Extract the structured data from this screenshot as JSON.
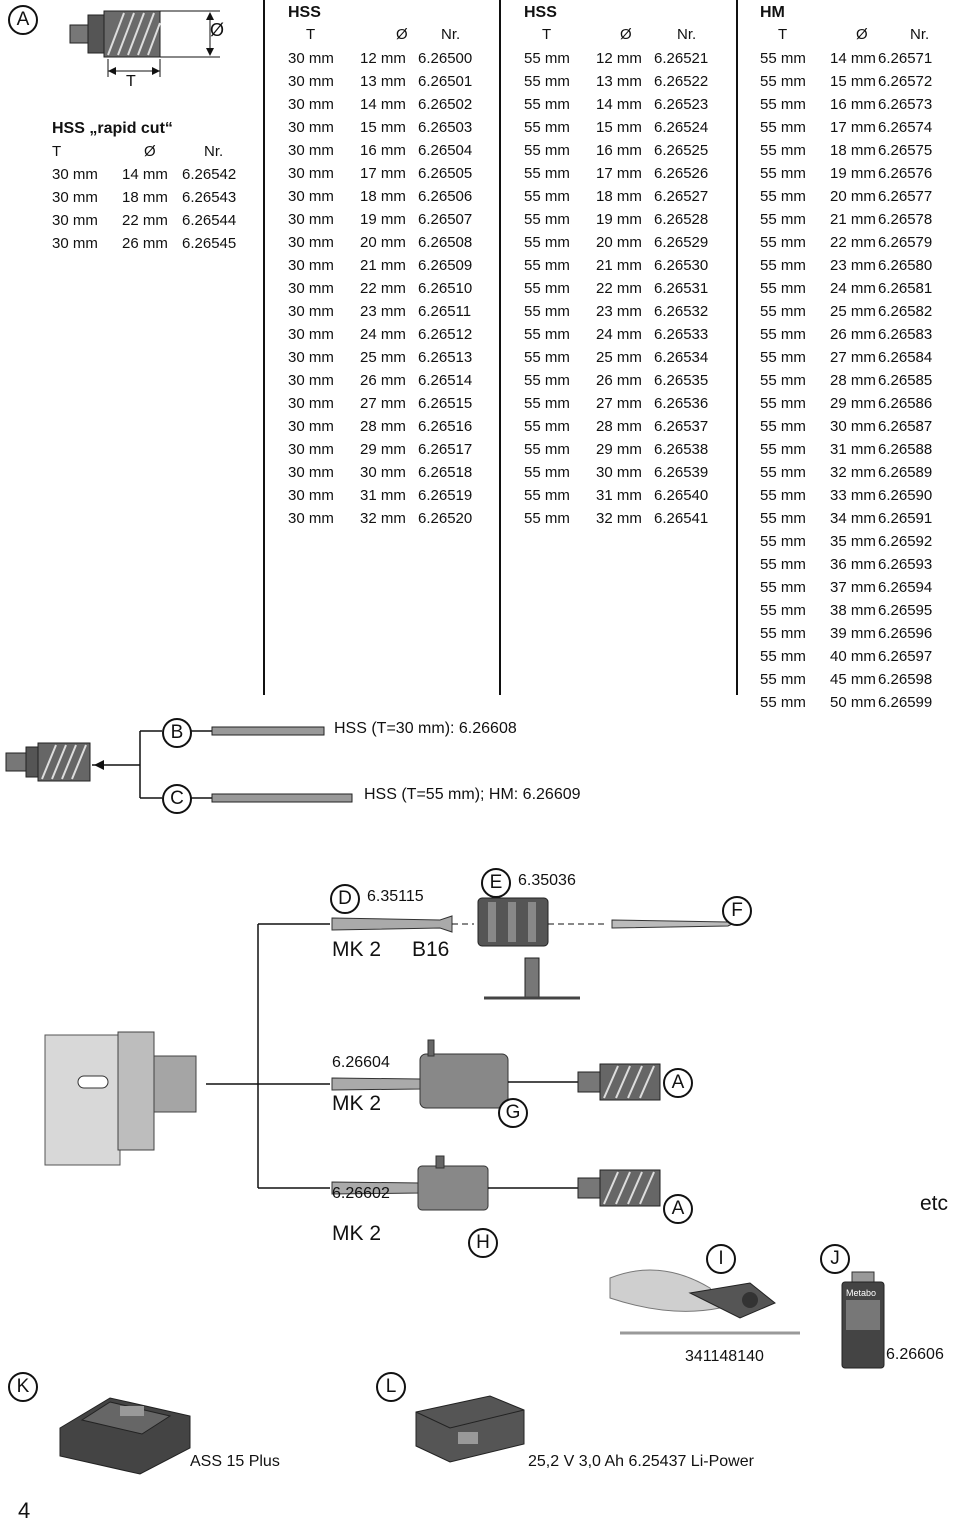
{
  "circles": {
    "A": "A",
    "B": "B",
    "C": "C",
    "D": "D",
    "E": "E",
    "F": "F",
    "G": "G",
    "H": "H",
    "I": "I",
    "J": "J",
    "K": "K",
    "L": "L"
  },
  "dim_labels": {
    "diameter": "Ø",
    "length": "T"
  },
  "rapid_cut": {
    "title": "HSS „rapid cut“",
    "headers": [
      "T",
      "Ø",
      "Nr."
    ],
    "rows": [
      [
        "30 mm",
        "14 mm",
        "6.26542"
      ],
      [
        "30 mm",
        "18 mm",
        "6.26543"
      ],
      [
        "30 mm",
        "22 mm",
        "6.26544"
      ],
      [
        "30 mm",
        "26 mm",
        "6.26545"
      ]
    ]
  },
  "hss30": {
    "title": "HSS",
    "headers": [
      "T",
      "Ø",
      "Nr."
    ],
    "rows": [
      [
        "30 mm",
        "12 mm",
        "6.26500"
      ],
      [
        "30 mm",
        "13 mm",
        "6.26501"
      ],
      [
        "30 mm",
        "14 mm",
        "6.26502"
      ],
      [
        "30 mm",
        "15 mm",
        "6.26503"
      ],
      [
        "30 mm",
        "16 mm",
        "6.26504"
      ],
      [
        "30 mm",
        "17 mm",
        "6.26505"
      ],
      [
        "30 mm",
        "18 mm",
        "6.26506"
      ],
      [
        "30 mm",
        "19 mm",
        "6.26507"
      ],
      [
        "30 mm",
        "20 mm",
        "6.26508"
      ],
      [
        "30 mm",
        "21 mm",
        "6.26509"
      ],
      [
        "30 mm",
        "22 mm",
        "6.26510"
      ],
      [
        "30 mm",
        "23 mm",
        "6.26511"
      ],
      [
        "30 mm",
        "24 mm",
        "6.26512"
      ],
      [
        "30 mm",
        "25 mm",
        "6.26513"
      ],
      [
        "30 mm",
        "26 mm",
        "6.26514"
      ],
      [
        "30 mm",
        "27 mm",
        "6.26515"
      ],
      [
        "30 mm",
        "28 mm",
        "6.26516"
      ],
      [
        "30 mm",
        "29 mm",
        "6.26517"
      ],
      [
        "30 mm",
        "30 mm",
        "6.26518"
      ],
      [
        "30 mm",
        "31 mm",
        "6.26519"
      ],
      [
        "30 mm",
        "32 mm",
        "6.26520"
      ]
    ]
  },
  "hss55": {
    "title": "HSS",
    "headers": [
      "T",
      "Ø",
      "Nr."
    ],
    "rows": [
      [
        "55 mm",
        "12 mm",
        "6.26521"
      ],
      [
        "55 mm",
        "13 mm",
        "6.26522"
      ],
      [
        "55 mm",
        "14 mm",
        "6.26523"
      ],
      [
        "55 mm",
        "15 mm",
        "6.26524"
      ],
      [
        "55 mm",
        "16 mm",
        "6.26525"
      ],
      [
        "55 mm",
        "17 mm",
        "6.26526"
      ],
      [
        "55 mm",
        "18 mm",
        "6.26527"
      ],
      [
        "55 mm",
        "19 mm",
        "6.26528"
      ],
      [
        "55 mm",
        "20 mm",
        "6.26529"
      ],
      [
        "55 mm",
        "21 mm",
        "6.26530"
      ],
      [
        "55 mm",
        "22 mm",
        "6.26531"
      ],
      [
        "55 mm",
        "23 mm",
        "6.26532"
      ],
      [
        "55 mm",
        "24 mm",
        "6.26533"
      ],
      [
        "55 mm",
        "25 mm",
        "6.26534"
      ],
      [
        "55 mm",
        "26 mm",
        "6.26535"
      ],
      [
        "55 mm",
        "27 mm",
        "6.26536"
      ],
      [
        "55 mm",
        "28 mm",
        "6.26537"
      ],
      [
        "55 mm",
        "29 mm",
        "6.26538"
      ],
      [
        "55 mm",
        "30 mm",
        "6.26539"
      ],
      [
        "55 mm",
        "31 mm",
        "6.26540"
      ],
      [
        "55 mm",
        "32 mm",
        "6.26541"
      ]
    ]
  },
  "hm": {
    "title": "HM",
    "headers": [
      "T",
      "Ø",
      "Nr."
    ],
    "rows": [
      [
        "55 mm",
        "14 mm",
        "6.26571"
      ],
      [
        "55 mm",
        "15 mm",
        "6.26572"
      ],
      [
        "55 mm",
        "16 mm",
        "6.26573"
      ],
      [
        "55 mm",
        "17 mm",
        "6.26574"
      ],
      [
        "55 mm",
        "18 mm",
        "6.26575"
      ],
      [
        "55 mm",
        "19 mm",
        "6.26576"
      ],
      [
        "55 mm",
        "20 mm",
        "6.26577"
      ],
      [
        "55 mm",
        "21 mm",
        "6.26578"
      ],
      [
        "55 mm",
        "22 mm",
        "6.26579"
      ],
      [
        "55 mm",
        "23 mm",
        "6.26580"
      ],
      [
        "55 mm",
        "24 mm",
        "6.26581"
      ],
      [
        "55 mm",
        "25 mm",
        "6.26582"
      ],
      [
        "55 mm",
        "26 mm",
        "6.26583"
      ],
      [
        "55 mm",
        "27 mm",
        "6.26584"
      ],
      [
        "55 mm",
        "28 mm",
        "6.26585"
      ],
      [
        "55 mm",
        "29 mm",
        "6.26586"
      ],
      [
        "55 mm",
        "30 mm",
        "6.26587"
      ],
      [
        "55 mm",
        "31 mm",
        "6.26588"
      ],
      [
        "55 mm",
        "32 mm",
        "6.26589"
      ],
      [
        "55 mm",
        "33 mm",
        "6.26590"
      ],
      [
        "55 mm",
        "34 mm",
        "6.26591"
      ],
      [
        "55 mm",
        "35 mm",
        "6.26592"
      ],
      [
        "55 mm",
        "36 mm",
        "6.26593"
      ],
      [
        "55 mm",
        "37 mm",
        "6.26594"
      ],
      [
        "55 mm",
        "38 mm",
        "6.26595"
      ],
      [
        "55 mm",
        "39 mm",
        "6.26596"
      ],
      [
        "55 mm",
        "40 mm",
        "6.26597"
      ],
      [
        "55 mm",
        "45 mm",
        "6.26598"
      ],
      [
        "55 mm",
        "50 mm",
        "6.26599"
      ]
    ]
  },
  "labels": {
    "b_text": "HSS (T=30 mm): 6.26608",
    "c_text": "HSS (T=55 mm); HM: 6.26609",
    "d_num": "6.35115",
    "d_mk": "MK 2",
    "d_b16": "B16",
    "e_num": "6.35036",
    "g_num": "6.26604",
    "g_mk": "MK 2",
    "h_num": "6.26602",
    "h_mk": "MK 2",
    "etc": "etc",
    "i_num": "341148140",
    "j_num": "6.26606",
    "k_name": "ASS 15 Plus",
    "l_desc": "25,2 V  3,0 Ah  6.25437 Li-Power",
    "page_no": "4"
  },
  "can_label": "Metabo"
}
